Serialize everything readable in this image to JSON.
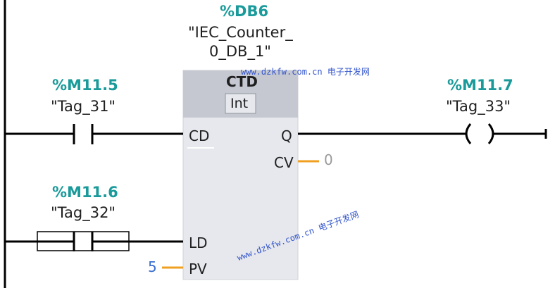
{
  "instance_db": {
    "address": "%DB6",
    "name_line1": "\"IEC_Counter_",
    "name_line2": "0_DB_1\""
  },
  "block": {
    "type": "CTD",
    "datatype": "Int",
    "pins": {
      "cd": "CD",
      "q": "Q",
      "cv": "CV",
      "ld": "LD",
      "pv": "PV"
    },
    "cv_value": "0",
    "pv_value": "5"
  },
  "contact_cd": {
    "address": "%M11.5",
    "symbol": "\"Tag_31\""
  },
  "contact_ld": {
    "address": "%M11.6",
    "symbol": "\"Tag_32\""
  },
  "coil_q": {
    "address": "%M11.7",
    "symbol": "\"Tag_33\""
  },
  "watermark": {
    "text1": "www.dzkfw.com.cn 电子开发网",
    "text2": "www.dzkfw.com.cn 电子开发网"
  },
  "colors": {
    "address": "#1a9a9a",
    "value_wire": "#f0a020",
    "block_body": "#e6e8ed",
    "block_header": "#c5c8d1"
  }
}
